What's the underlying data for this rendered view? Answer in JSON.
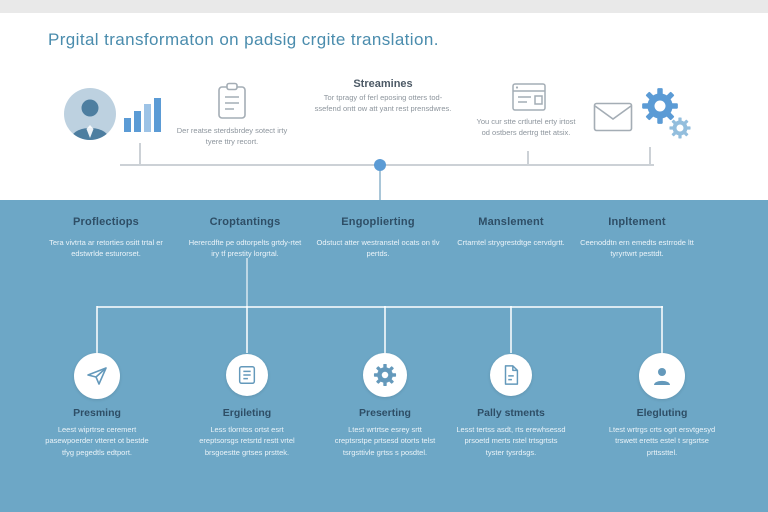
{
  "colors": {
    "accent_blue": "#5b9bd5",
    "section_blue": "#6da7c6",
    "heading_dark": "#2e4e66",
    "title_blue": "#4a8cad",
    "muted_gray": "#8d959d"
  },
  "title": "Prgital transformaton on padsig crgite translation.",
  "top": {
    "clipboard_note": "Der reatse sterdsbrdey sotect irty tyere ttry recort.",
    "center": {
      "heading": "Streamines",
      "note": "Tor tpragy of ferl eposing otters tod-ssefend ontt ow att yant rest prensdwres."
    },
    "right_note": "You cur stte crtlurtel erty irtost od ostbers dertrg ttet atsix."
  },
  "middle_columns": [
    {
      "heading": "Proflectiops",
      "body": "Tera vivtrta ar retorties ositt trtal er edstwrlde esturorset."
    },
    {
      "heading": "Croptantings",
      "body": "Herercdfte pe odtorpelts grtdy-rtet iry tf prestity lorgrtal."
    },
    {
      "heading": "Engoplierting",
      "body": "Odstuct atter westranstel ocats on tlv pertds."
    },
    {
      "heading": "Manslement",
      "body": "Crtarntel strygrestdtge cervdgrtt."
    },
    {
      "heading": "Inpltement",
      "body": "Ceenoddtn ern emedts estrrode ltt tyryrtwrt pesttdt."
    }
  ],
  "bottom_items": [
    {
      "icon": "paper-plane-icon",
      "label": "Presming",
      "body": "Leest wiprtrse ceremert pasewpoerder vtteret ot bestde tfyg pegedtls edtport."
    },
    {
      "icon": "document-lines-icon",
      "label": "Ergileting",
      "body": "Less tlorntss ortst esrt ereptsorsgs retsrtd restt vrtel brsgoestte grtses prsttek."
    },
    {
      "icon": "gear-icon",
      "label": "Preserting",
      "body": "Ltest wrtrtse esrey srtt creptsrstpe prtsesd otorts telst tsrgsttivle grtss s posdtel."
    },
    {
      "icon": "file-icon",
      "label": "Pally stments",
      "body": "Lesst tertss asdt, rts erewhsessd prsoetd merts rstel trtsgrtsts tyster tysrdsgs."
    },
    {
      "icon": "person-icon",
      "label": "Elegluting",
      "body": "Ltest wrtrgs crts ogrt ersvtgesyd trswett eretts estel t srgsrtse prttssttel."
    }
  ]
}
